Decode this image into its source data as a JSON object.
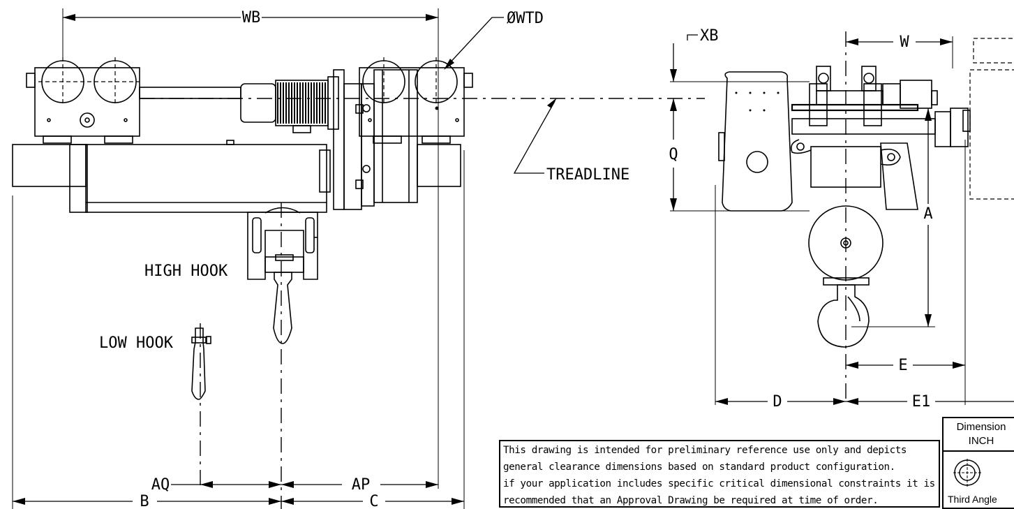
{
  "labels": {
    "wb": "WB",
    "wtd": "ØWTD",
    "xb": "XB",
    "w": "W",
    "q": "Q",
    "treadline": "TREADLINE",
    "a": "A",
    "high_hook": "HIGH HOOK",
    "low_hook": "LOW HOOK",
    "e": "E",
    "d": "D",
    "e1": "E1",
    "aq": "AQ",
    "ap": "AP",
    "b": "B",
    "c": "C"
  },
  "note": {
    "lines": [
      "This drawing is intended for preliminary reference use only and depicts",
      "general clearance dimensions based on standard product configuration.",
      "if your application includes specific critical dimensional constraints it is",
      "recommended that an Approval Drawing be required at time of order."
    ]
  },
  "title_block": {
    "units_line1": "Dimension",
    "units_line2": "INCH",
    "projection": "Third Angle"
  }
}
